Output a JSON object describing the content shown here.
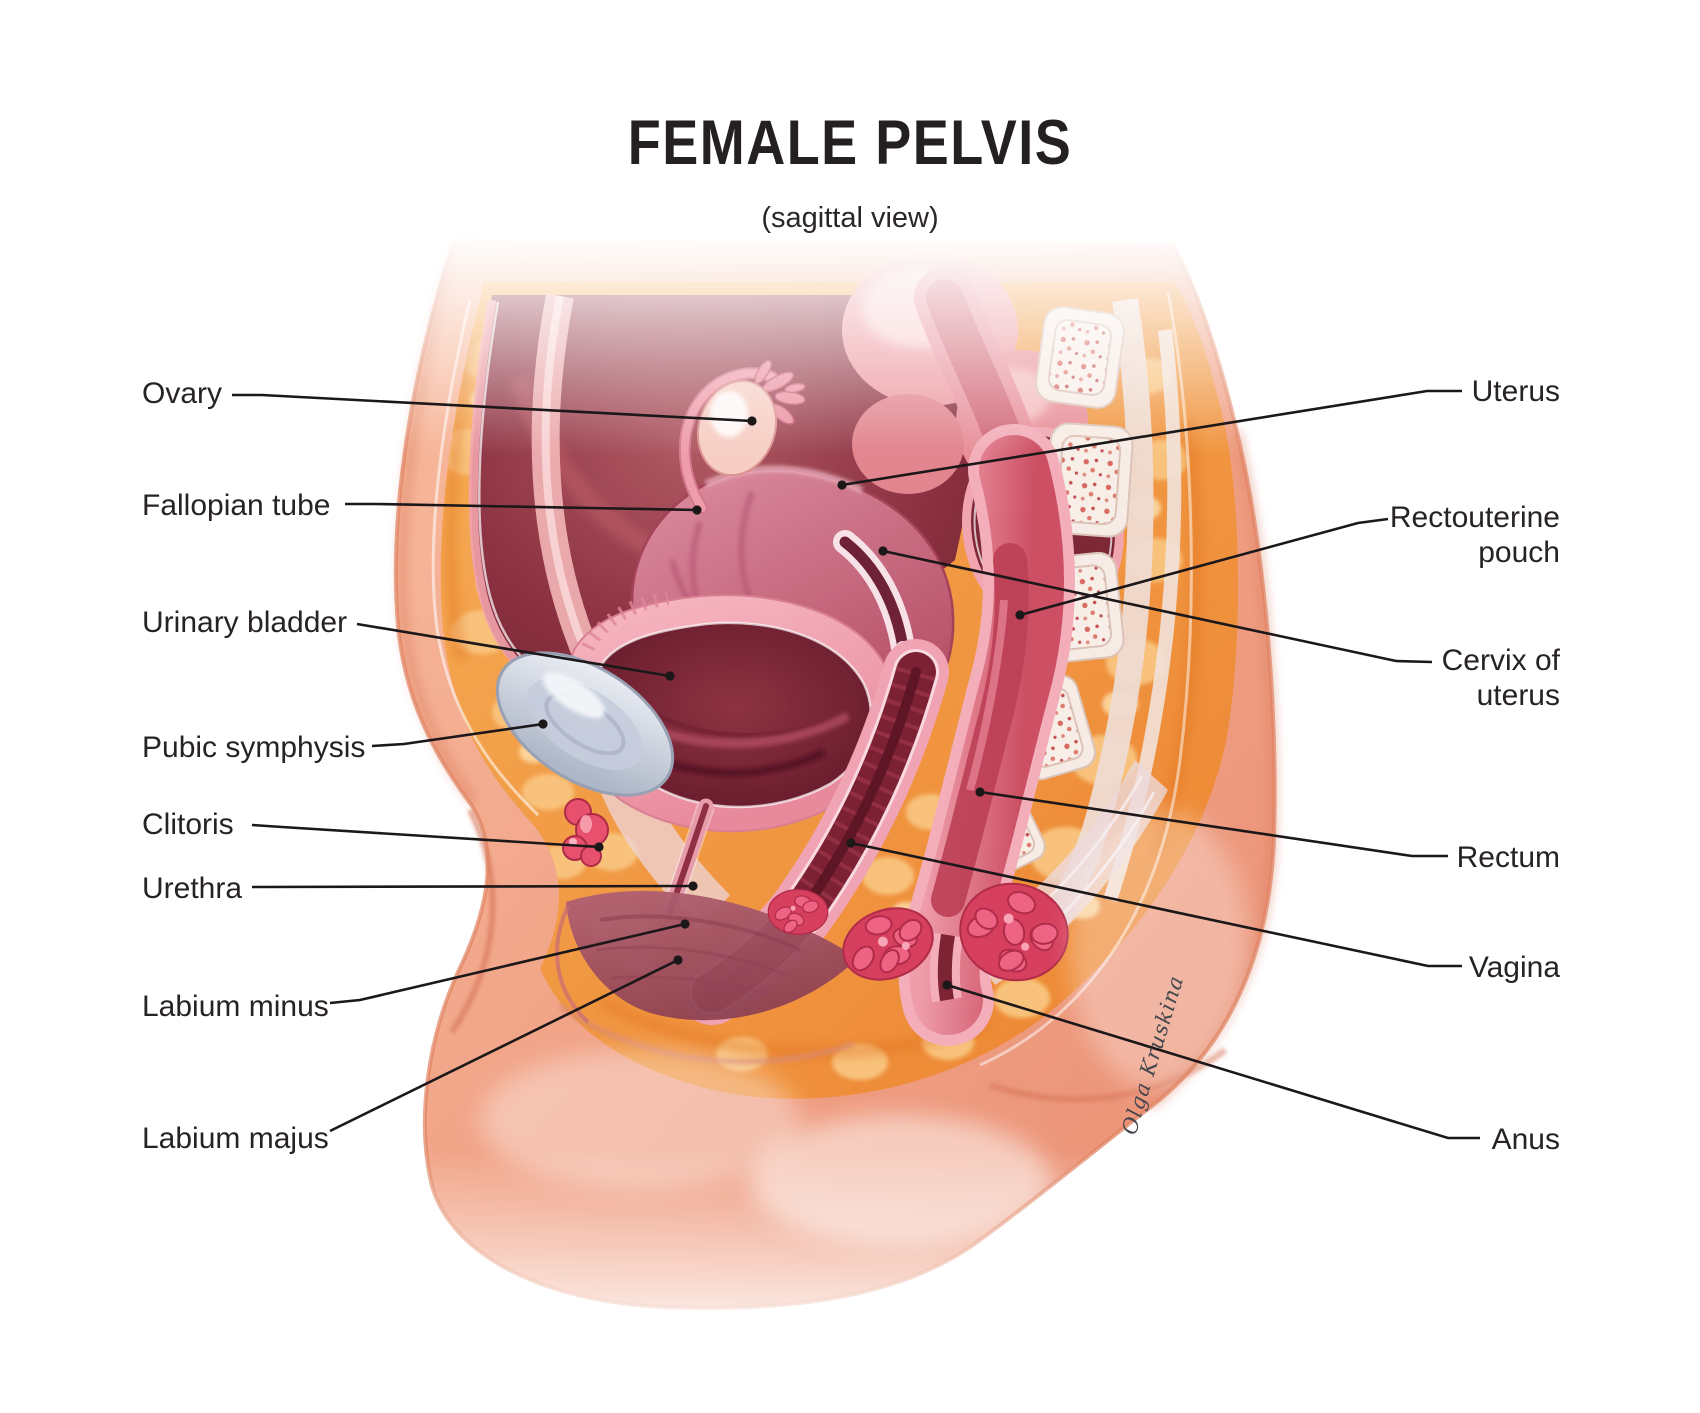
{
  "title": "FEMALE PELVIS",
  "subtitle": "(sagittal view)",
  "signature": "Olga Kruskina",
  "labels": {
    "ovary": "Ovary",
    "fallopian_tube": "Fallopian tube",
    "urinary_bladder": "Urinary bladder",
    "pubic_symphysis": "Pubic symphysis",
    "clitoris": "Clitoris",
    "urethra": "Urethra",
    "labium_minus": "Labium minus",
    "labium_majus": "Labium majus",
    "uterus": "Uterus",
    "rectouterine_pouch": "Rectouterine pouch",
    "cervix_of_uterus": "Cervix of uterus",
    "rectum": "Rectum",
    "vagina": "Vagina",
    "anus": "Anus"
  },
  "colors": {
    "text": "#272225",
    "leader_line": "#1c1719",
    "skin": "#f2a487",
    "fat": "#f0913f",
    "cavity": "#7d2635",
    "uterus": "#ca6a80",
    "bladder_interior": "#7c2435",
    "pubic_symphysis": "#d3d8e2",
    "rectum": "#d4596b",
    "bone": "#f6ebe4",
    "sphincter": "#e6506e"
  }
}
